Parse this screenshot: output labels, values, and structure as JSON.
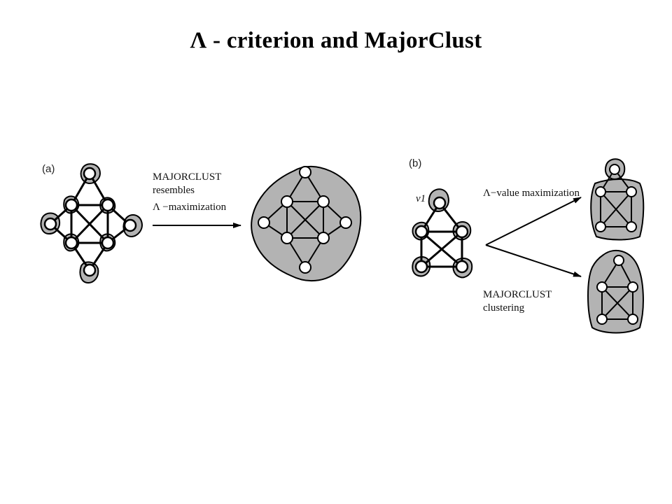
{
  "title": "Λ - criterion and MajorClust",
  "panel_a": {
    "label": "(a)",
    "arrow_text": [
      "MAJORCLUST",
      "resembles",
      "Λ −maximization"
    ]
  },
  "panel_b": {
    "label": "(b)",
    "vertex_label": "v1",
    "upper_arrow_text": "Λ−value maximization",
    "lower_arrow_text": [
      "MAJORCLUST",
      "clustering"
    ]
  },
  "colors": {
    "cluster_fill": "#b3b3b3",
    "node_fill": "#ffffff",
    "stroke": "#000000"
  }
}
